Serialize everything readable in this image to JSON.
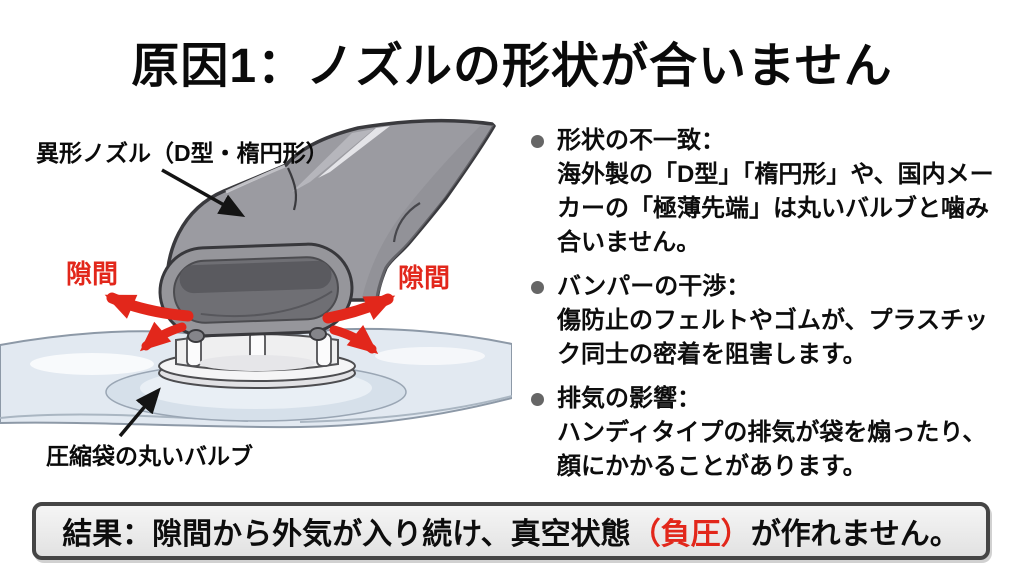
{
  "title": "原因1：ノズルの形状が合いません",
  "diagram": {
    "nozzle_label": "異形ノズル（D型・楕円形）",
    "gap_label_left": "隙間",
    "gap_label_right": "隙間",
    "valve_label": "圧縮袋の丸いバルブ"
  },
  "bullets": [
    {
      "title": "形状の不一致：",
      "body": "海外製の「D型」「楕円形」や、国内メーカーの「極薄先端」は丸いバルブと噛み合いません。"
    },
    {
      "title": "バンパーの干渉：",
      "body": "傷防止のフェルトやゴムが、プラスチック同士の密着を阻害します。"
    },
    {
      "title": "排気の影響：",
      "body": "ハンディタイプの排気が袋を煽ったり、顔にかかることがあります。"
    }
  ],
  "result": {
    "prefix": "結果：隙間から外気が入り続け、真空状態",
    "highlight": "（負圧）",
    "suffix": "が作れません。"
  },
  "colors": {
    "accent_red": "#e2271b",
    "text_black": "#0d0d0d",
    "nozzle_gray": "#9b9ba1",
    "nozzle_inner_gray": "#6f6f74",
    "bag_blue": "#e2e9f1",
    "result_box_bg": "#ececec",
    "result_box_border": "#454545",
    "bullet_dot_gray": "#666666"
  }
}
